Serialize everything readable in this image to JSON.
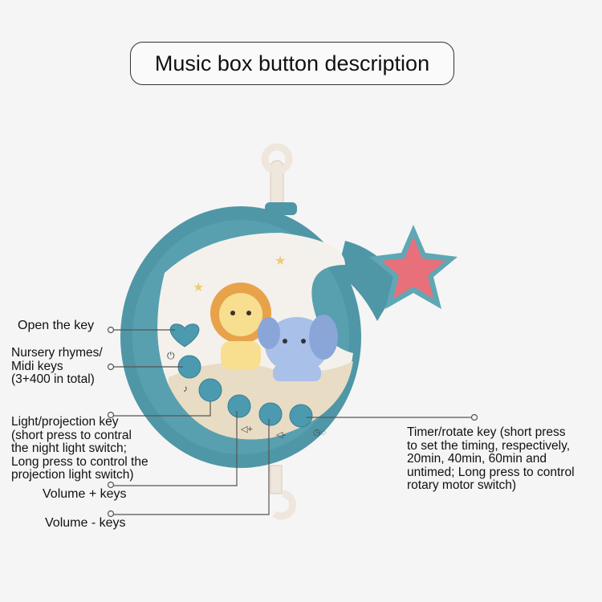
{
  "title": "Music box button description",
  "labels": {
    "open_key": "Open the key",
    "nursery": "Nursery rhymes/\nMidi keys\n(3+400 in total)",
    "light": "Light/projection key\n(short press to contral\nthe night light switch;\nLong press to control the\nprojection light switch)",
    "volume_up": "Volume + keys",
    "volume_down": "Volume - keys",
    "timer": "Timer/rotate key (short press\nto set the timing, respectively,\n20min, 40min, 60min and\nuntimed; Long press to control\nrotary motor switch)"
  },
  "colors": {
    "shell": "#4f97a6",
    "button": "#4b9ab0",
    "face": "#f4f1ec",
    "star": "#e8707a",
    "hook": "#efe6dc"
  }
}
